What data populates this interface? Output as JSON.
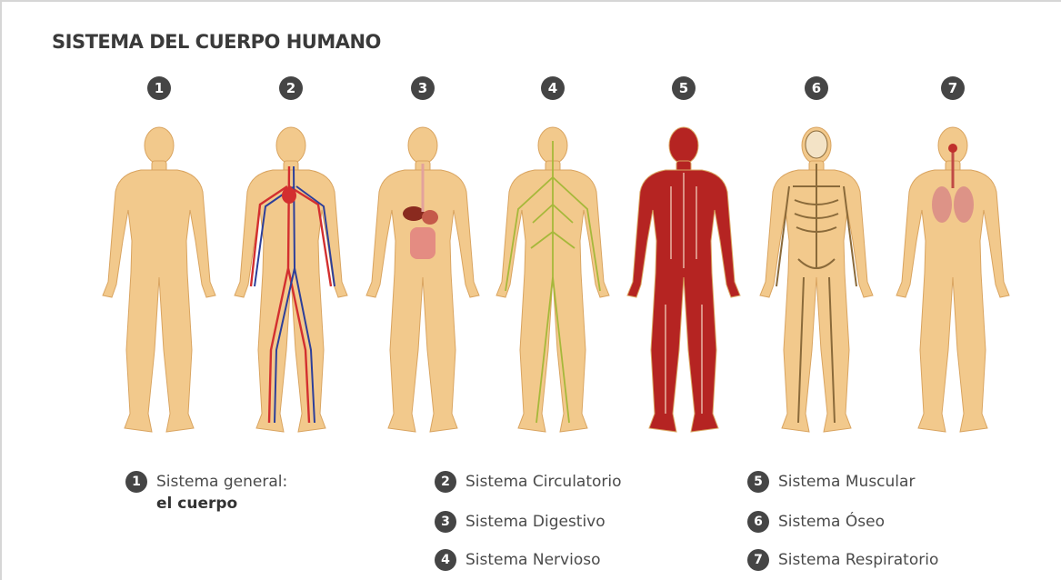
{
  "title": "SISTEMA DEL CUERPO HUMANO",
  "colors": {
    "skin": "#f2c98c",
    "skin_shade": "#d9a460",
    "badge": "#454545",
    "muscle": "#b52422",
    "nerve": "#a6b83a",
    "artery": "#d32f2f",
    "vein": "#2d3f9a"
  },
  "figures": [
    {
      "number": "1",
      "system": "general"
    },
    {
      "number": "2",
      "system": "circulatory"
    },
    {
      "number": "3",
      "system": "digestive"
    },
    {
      "number": "4",
      "system": "nervous"
    },
    {
      "number": "5",
      "system": "muscular"
    },
    {
      "number": "6",
      "system": "skeletal"
    },
    {
      "number": "7",
      "system": "respiratory"
    }
  ],
  "legend": [
    {
      "number": "1",
      "label": "Sistema general:",
      "bold": "el cuerpo"
    },
    {
      "number": "2",
      "label": "Sistema Circulatorio"
    },
    {
      "number": "3",
      "label": "Sistema Digestivo"
    },
    {
      "number": "4",
      "label": "Sistema Nervioso"
    },
    {
      "number": "5",
      "label": "Sistema Muscular"
    },
    {
      "number": "6",
      "label": "Sistema Óseo"
    },
    {
      "number": "7",
      "label": "Sistema Respiratorio"
    }
  ]
}
